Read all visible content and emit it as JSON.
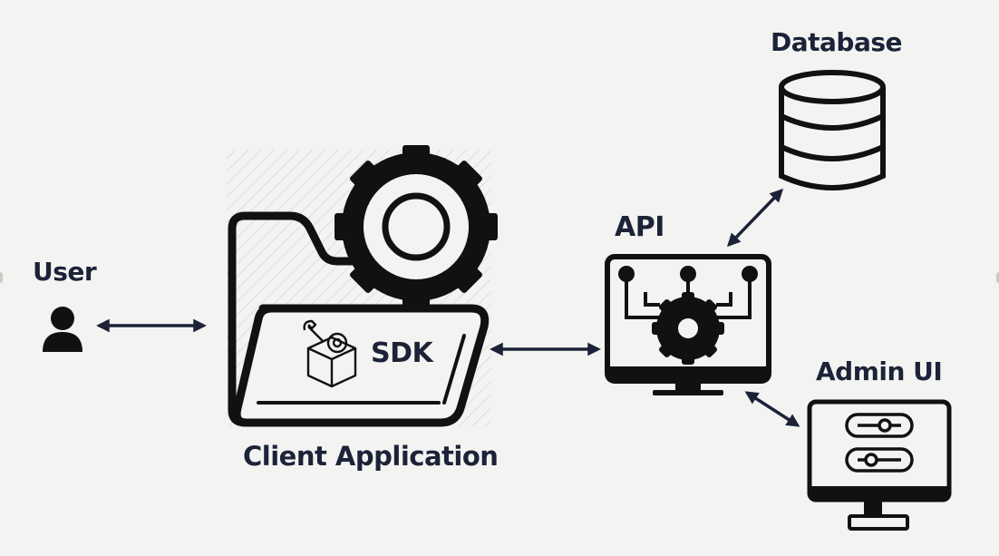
{
  "nodes": {
    "user": "User",
    "client_application": "Client Application",
    "sdk": "SDK",
    "api": "API",
    "database": "Database",
    "admin_ui": "Admin UI"
  },
  "icons": {
    "user": "person-icon",
    "client_application": "folder-gear-icon",
    "sdk": "toolbox-icon",
    "api": "monitor-circuit-gear-icon",
    "database": "database-cylinder-icon",
    "admin_ui": "monitor-sliders-icon"
  },
  "connections": [
    {
      "from": "User",
      "to": "Client Application",
      "direction": "both"
    },
    {
      "from": "Client Application",
      "to": "API",
      "direction": "both"
    },
    {
      "from": "API",
      "to": "Database",
      "direction": "both"
    },
    {
      "from": "API",
      "to": "Admin UI",
      "direction": "both"
    }
  ],
  "colors": {
    "background": "#f3f4f2",
    "stroke": "#111111",
    "arrow": "#1c2338",
    "label": "#1c2338"
  }
}
